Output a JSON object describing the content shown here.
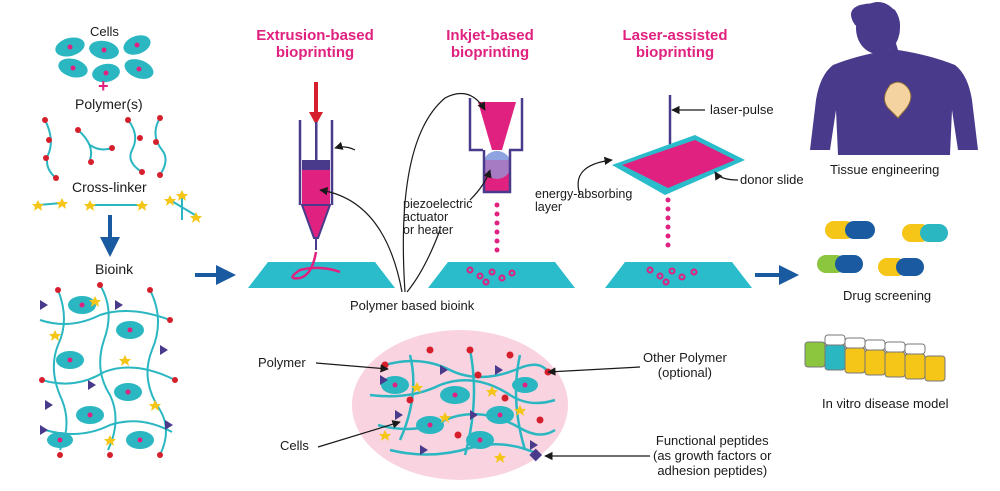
{
  "left": {
    "cells": "Cells",
    "plus": "+",
    "polymers": "Polymer(s)",
    "crosslinker": "Cross-linker",
    "bioink": "Bioink"
  },
  "methods": {
    "extrusion": [
      "Extrusion-based",
      "bioprinting"
    ],
    "inkjet": [
      "Inkjet-based",
      "bioprinting"
    ],
    "laser": [
      "Laser-assisted",
      "bioprinting"
    ]
  },
  "parts": {
    "laser_pulse": "laser-pulse",
    "piezo": [
      "piezoelectric",
      "actuator",
      "or heater"
    ],
    "energy": [
      "energy-absorbing",
      "layer"
    ],
    "donor": "donor slide"
  },
  "polymer_bioink": "Polymer based bioink",
  "zoom": {
    "polymer": "Polymer",
    "cells": "Cells",
    "other_polymer": [
      "Other Polymer",
      "(optional)"
    ],
    "peptides": [
      "Functional peptides",
      "(as growth factors or",
      "adhesion peptides)"
    ]
  },
  "apps": {
    "tissue": "Tissue engineering",
    "drug": "Drug screening",
    "invitro": "In vitro disease model"
  },
  "colors": {
    "cell": "#2bb7c2",
    "nucleus": "#e0217f",
    "magenta": "#e0217f",
    "navy": "#1a3a7a",
    "red": "#d61f2c",
    "yellow": "#f5c518",
    "purple": "#4a3a8c",
    "platform": "#2bbccb",
    "body": "#4a3a8c"
  }
}
